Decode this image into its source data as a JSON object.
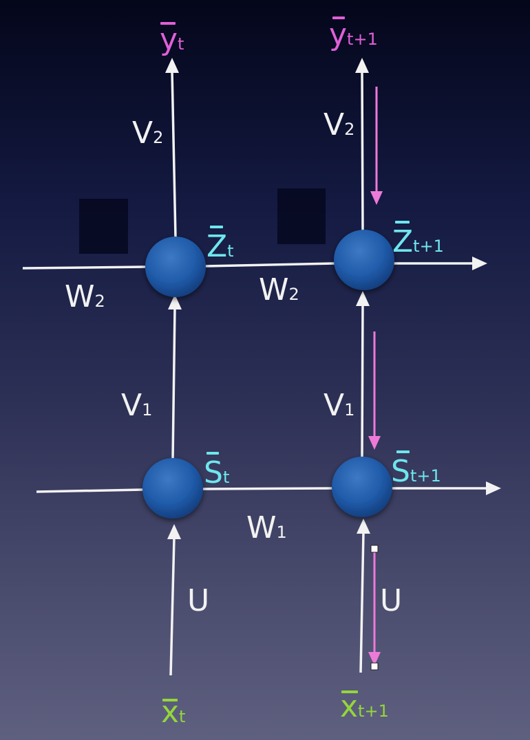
{
  "colors": {
    "arrow": "#f2f2f2",
    "node_fill": "#1f5aa8",
    "node_light": "#3d79c4",
    "node_dark": "#123a78",
    "pink_arrow": "#ee7ad8",
    "hidden_label": "#6fe6ee",
    "output_label": "#e05fd8",
    "input_label": "#94d63c",
    "weight_label": "#f2f2f2"
  },
  "labels": {
    "y_t": {
      "base": "y",
      "sub": "t"
    },
    "y_t1": {
      "base": "y",
      "sub": "t+1"
    },
    "z_t": {
      "base": "Z",
      "sub": "t"
    },
    "z_t1": {
      "base": "Z",
      "sub": "t+1"
    },
    "s_t": {
      "base": "S",
      "sub": "t"
    },
    "s_t1": {
      "base": "S",
      "sub": "t+1"
    },
    "x_t": {
      "base": "x",
      "sub": "t"
    },
    "x_t1": {
      "base": "x",
      "sub": "t+1"
    },
    "v2_left": {
      "base": "V",
      "sub": "2"
    },
    "v2_right": {
      "base": "V",
      "sub": "2"
    },
    "w2_left": {
      "base": "W",
      "sub": "2"
    },
    "w2_mid": {
      "base": "W",
      "sub": "2"
    },
    "v1_left": {
      "base": "V",
      "sub": "1"
    },
    "v1_right": {
      "base": "V",
      "sub": "1"
    },
    "w1_mid": {
      "base": "W",
      "sub": "1"
    },
    "u_left": {
      "base": "U"
    },
    "u_right": {
      "base": "U"
    }
  }
}
